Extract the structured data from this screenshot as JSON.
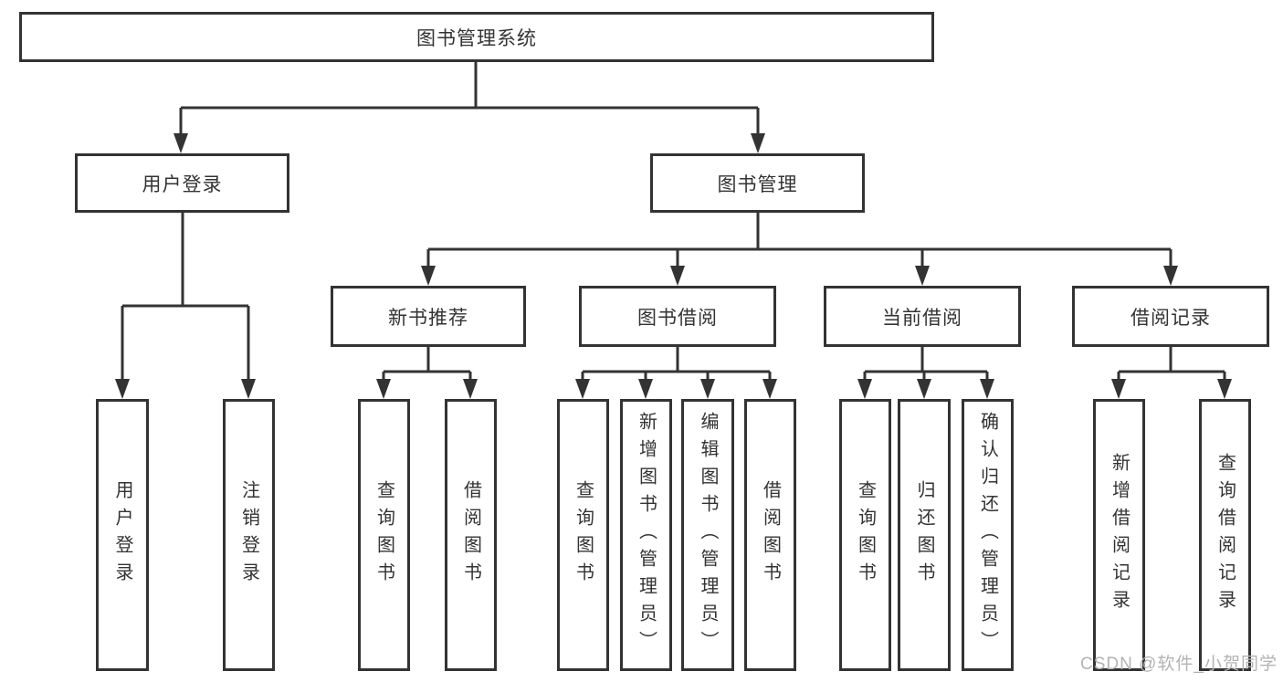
{
  "colors": {
    "line": "#333333",
    "box_border": "#333333",
    "text": "#333333",
    "background": "#ffffff",
    "watermark": "#b3b3b6"
  },
  "watermark": {
    "text": "CSDN @软件_小贺同学"
  },
  "tree": {
    "root": {
      "label": "图书管理系统"
    },
    "branches": [
      {
        "label": "用户登录",
        "children": [
          {
            "label": "用户登录"
          },
          {
            "label": "注销登录"
          }
        ]
      },
      {
        "label": "图书管理",
        "children": [
          {
            "label": "新书推荐",
            "children": [
              {
                "label": "查询图书"
              },
              {
                "label": "借阅图书"
              }
            ]
          },
          {
            "label": "图书借阅",
            "children": [
              {
                "label": "查询图书"
              },
              {
                "label": "新增图书（管理员）"
              },
              {
                "label": "编辑图书（管理员）"
              },
              {
                "label": "借阅图书"
              }
            ]
          },
          {
            "label": "当前借阅",
            "children": [
              {
                "label": "查询图书"
              },
              {
                "label": "归还图书"
              },
              {
                "label": "确认归还（管理员）"
              }
            ]
          },
          {
            "label": "借阅记录",
            "children": [
              {
                "label": "新增借阅记录"
              },
              {
                "label": "查询借阅记录"
              }
            ]
          }
        ]
      }
    ]
  }
}
